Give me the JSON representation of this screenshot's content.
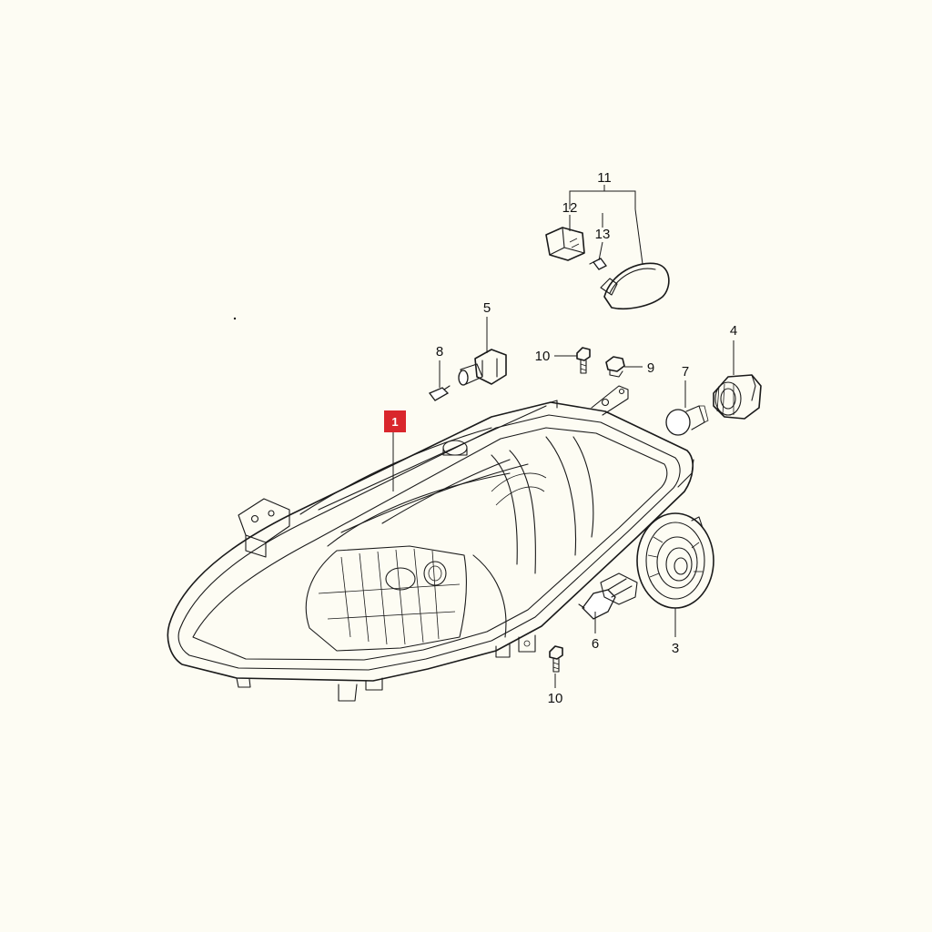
{
  "colors": {
    "background": "#fdfcf3",
    "line": "#1a1a1a",
    "highlight": "#d9262c"
  },
  "callouts": {
    "c1": "1",
    "c3": "3",
    "c4": "4",
    "c5": "5",
    "c6": "6",
    "c7": "7",
    "c8": "8",
    "c9": "9",
    "c10_top": "10",
    "c10_bottom": "10",
    "c11": "11",
    "c12": "12",
    "c13": "13"
  }
}
